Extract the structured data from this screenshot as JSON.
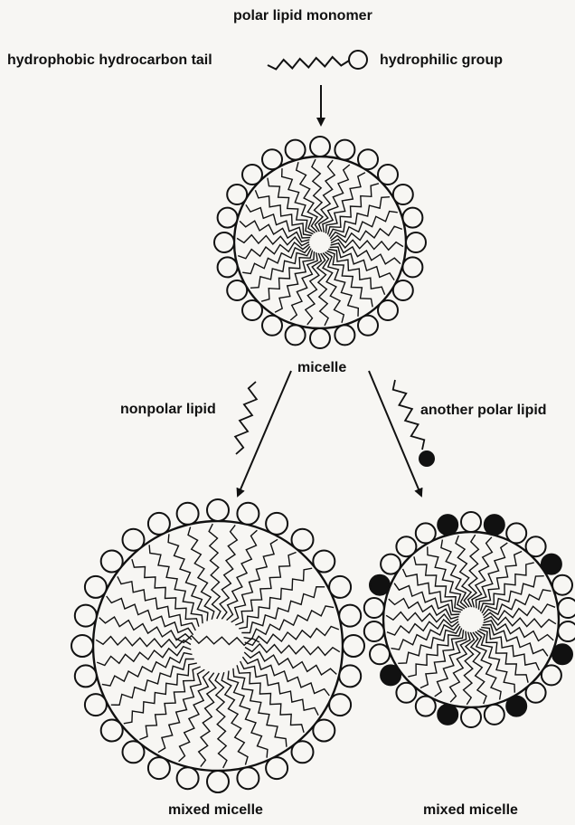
{
  "labels": {
    "monomer_title": "polar lipid monomer",
    "tail": "hydrophobic hydrocarbon tail",
    "head": "hydrophilic group",
    "micelle": "micelle",
    "nonpolar_lipid": "nonpolar lipid",
    "another_polar_lipid": "another polar lipid",
    "mixed_micelle_left": "mixed micelle",
    "mixed_micelle_right": "mixed micelle"
  },
  "colors": {
    "ink": "#111111",
    "paper": "#f7f6f3"
  }
}
